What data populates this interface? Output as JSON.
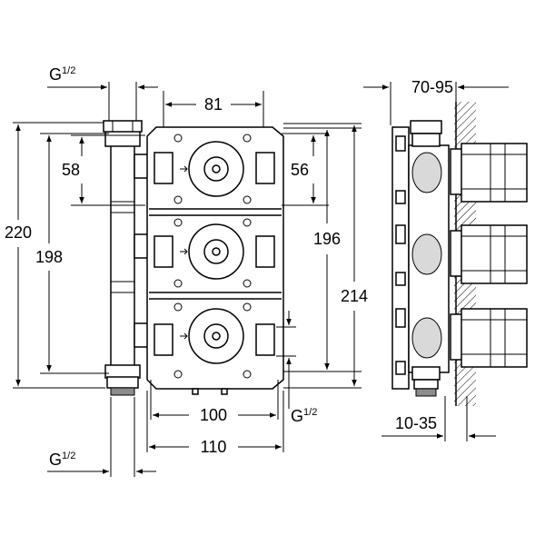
{
  "labels": {
    "thread_top": "G",
    "thread_top_frac": "1/2",
    "thread_bottom": "G",
    "thread_bottom_frac": "1/2",
    "thread_right": "G",
    "thread_right_frac": "1/2",
    "dim_81": "81",
    "dim_58": "58",
    "dim_56": "56",
    "dim_220": "220",
    "dim_198": "198",
    "dim_196": "196",
    "dim_214": "214",
    "dim_100": "100",
    "dim_110": "110",
    "dim_70_95": "70-95",
    "dim_10_35": "10-35"
  }
}
